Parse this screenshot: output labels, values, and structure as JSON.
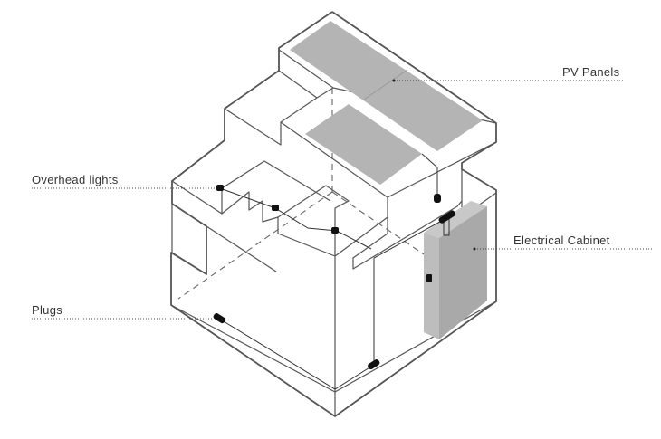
{
  "labels": {
    "pv_panels": "PV Panels",
    "overhead_lights": "Overhead lights",
    "electrical_cabinet": "Electrical Cabinet",
    "plugs": "Plugs"
  },
  "colors": {
    "line": "#555555",
    "panel": "#b4b4b4",
    "cabinet_front": "#bdbdbd",
    "cabinet_side": "#a9a9a9",
    "device": "#111111"
  }
}
